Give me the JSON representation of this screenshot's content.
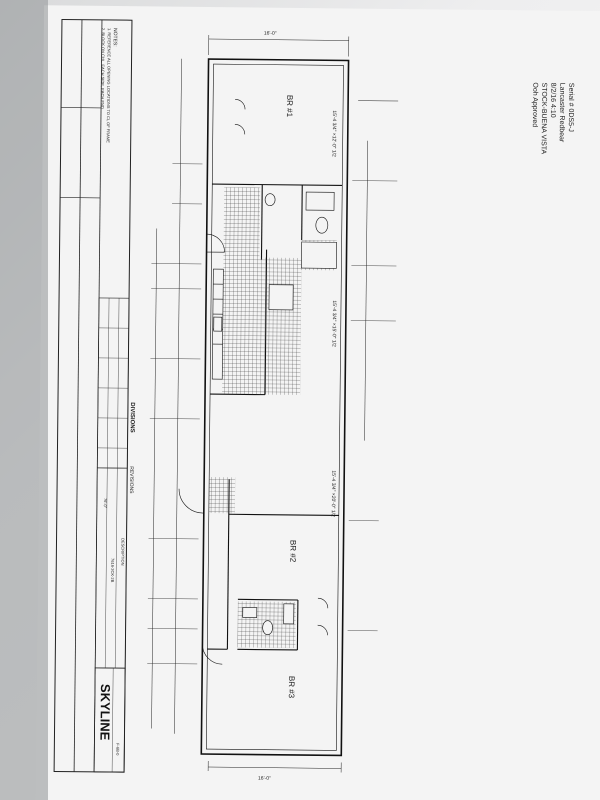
{
  "header_note": {
    "serial": "Serial # 0DS5-J",
    "model": "Lancaster Redbear",
    "date": "8/2/16 4:10",
    "stock": "STOCK-BUENA VISTA",
    "approval": "Ooh Approved"
  },
  "rooms": {
    "bedroom1": "BR #1",
    "bedroom2": "BR #2",
    "bedroom3": "BR #3"
  },
  "overall_dims": {
    "top": "16'-0\"",
    "bottom": "16'-0\"",
    "right_a": "15'-4 3/4\" ×12'-0\" 1/2",
    "right_b": "15'-4 3/4\" ×15'-0\" 1/2",
    "right_c": "15'-4 3/4\" ×20'-0\" 1/2"
  },
  "title_block": {
    "logo": "SKYLINE",
    "division": "DIVISIONS",
    "revisions": "REVISIONS",
    "model_no": "7616-3CK-2B",
    "description": "DESCRIPTION",
    "size": "76'-0\"",
    "drawing_no": "F-6B-0"
  },
  "notes_block": {
    "heading": "NOTES:",
    "line1": "1. REFERENCE ALL OPENING LOCATIONS TO CL OF FRAME",
    "line2": "2. BLOCK ON CHL. EACH SIDE, EACH END"
  }
}
